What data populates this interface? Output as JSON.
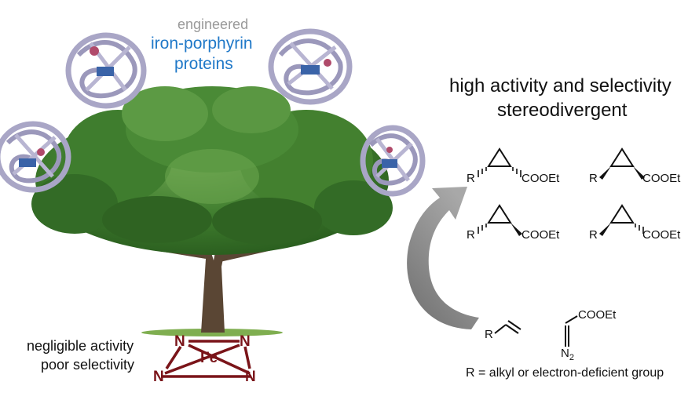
{
  "labels": {
    "engineered": "engineered",
    "iron_porphyrin": "iron-porphyrin",
    "proteins": "proteins",
    "heading_line1": "high activity and selectivity",
    "heading_line2": "stereodivergent",
    "negligible_activity": "negligible activity",
    "poor_selectivity": "poor selectivity",
    "r_definition": "R = alkyl or electron-deficient group"
  },
  "chemistry": {
    "r": "R",
    "cooet": "COOEt",
    "n2_base": "N",
    "n2_sub": "2",
    "fe": "Fe",
    "n": "N"
  },
  "colors": {
    "protein_accent": "#1f78c8",
    "porphyrin": "#7a1419",
    "arrow": "#8a8a8a",
    "foliage": "#3e7a2c",
    "trunk": "#5a4634",
    "protein_ribbon": "#a9a6c6"
  },
  "icons": [
    "protein-structure-icon",
    "tree-image",
    "curved-arrow-icon",
    "cyclopropane-icon",
    "porphyrin-icon"
  ]
}
